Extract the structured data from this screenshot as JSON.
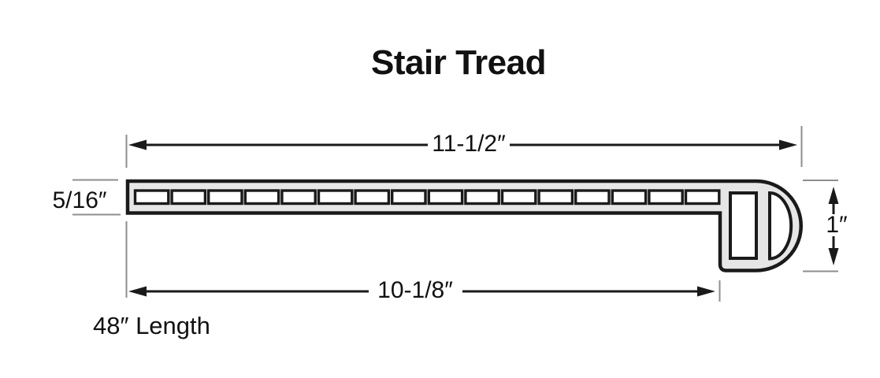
{
  "title": "Stair Tread",
  "labels": {
    "top_width": "11-1/2″",
    "thickness": "5/16″",
    "bottom_depth": "10-1/8″",
    "nose_height": "1″",
    "length": "48″ Length"
  },
  "diagram": {
    "cells": {
      "count": 16
    },
    "colors": {
      "background": "#ffffff",
      "fill": "#e6e6e6",
      "cavity": "#ffffff",
      "outline": "#1a1a1a",
      "extline": "#8e8e8e",
      "text": "#111111"
    }
  }
}
